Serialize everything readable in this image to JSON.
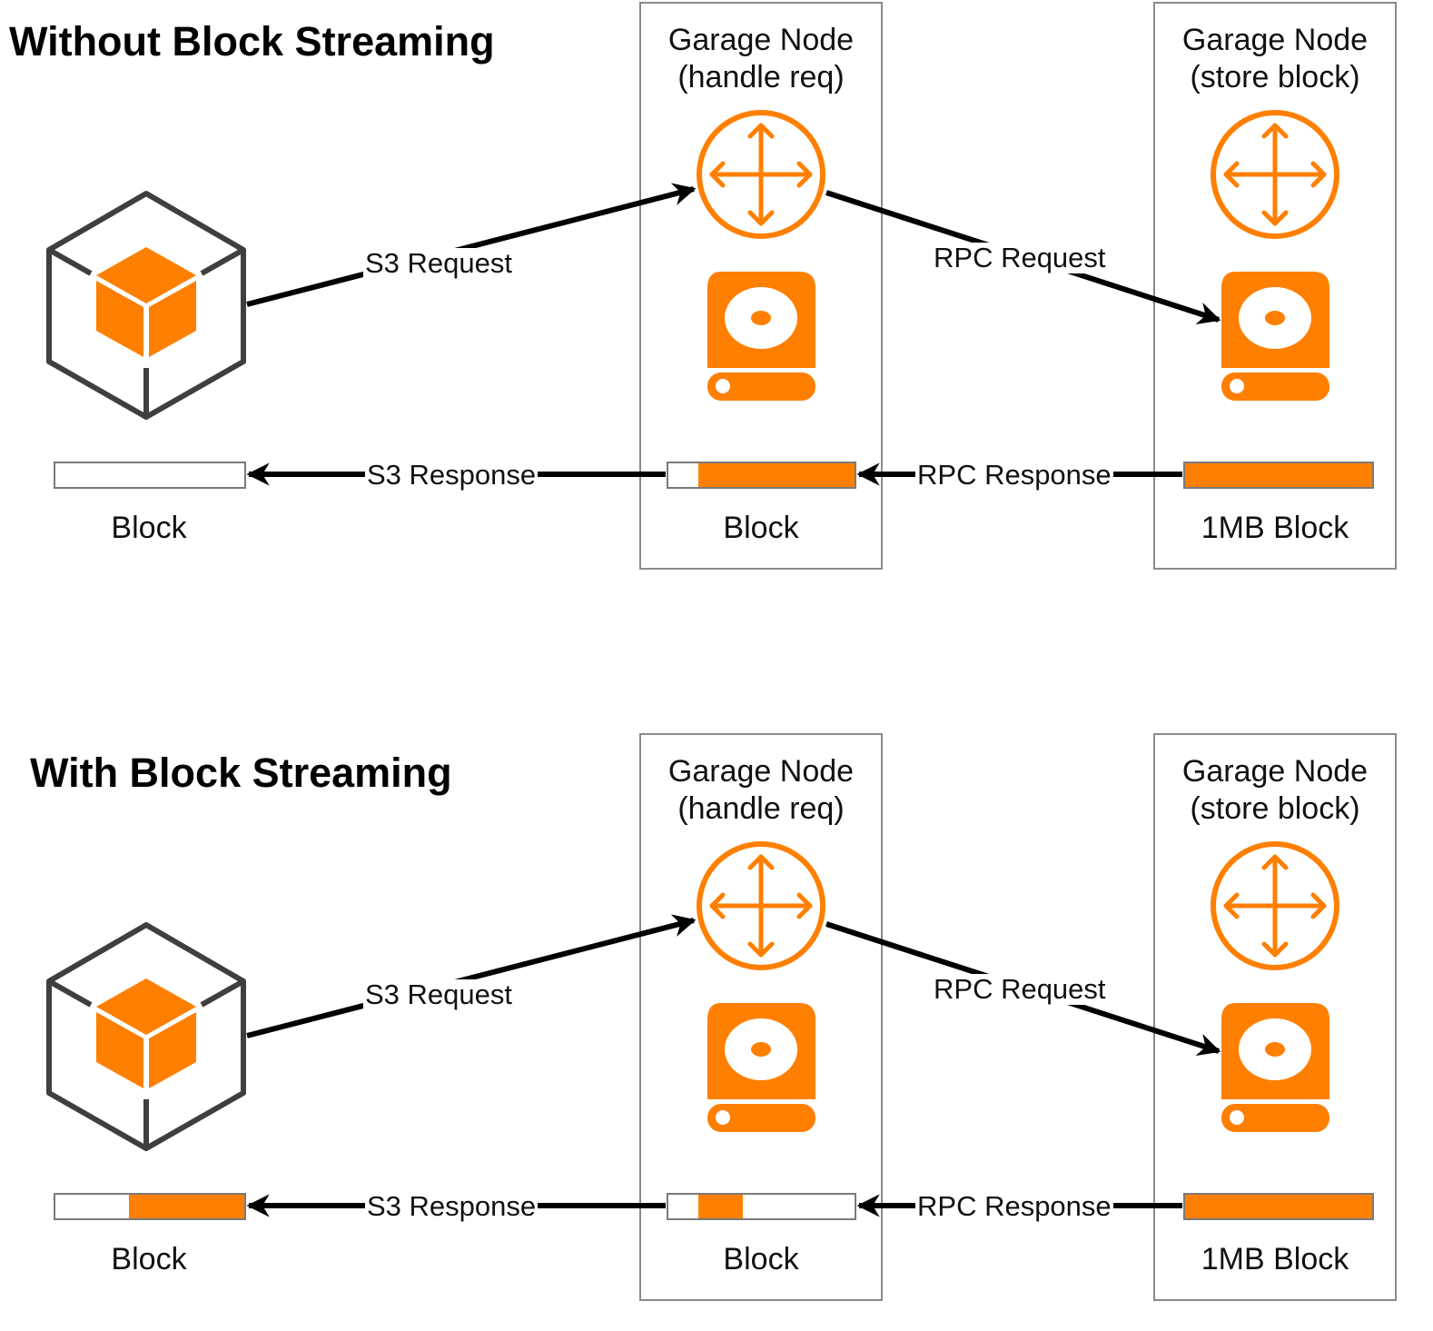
{
  "colors": {
    "accent": "#ff7f00",
    "line": "#000000",
    "client_gray": "#3f3f3f",
    "box_border": "#8a8a8a"
  },
  "panels": [
    {
      "heading": "Without Block Streaming",
      "node_handle": {
        "line1": "Garage Node",
        "line2": "(handle req)",
        "block_label": "Block"
      },
      "node_store": {
        "line1": "Garage Node",
        "line2": "(store block)",
        "block_label": "1MB Block"
      },
      "client": {
        "block_label": "Block",
        "icon": "client-cube-icon"
      },
      "labels": {
        "s3_request": "S3 Request",
        "rpc_request": "RPC Request",
        "s3_response": "S3 Response",
        "rpc_response": "RPC Response"
      },
      "blocks": {
        "client_fill": [
          0,
          0
        ],
        "handle_fill": [
          0.16,
          1.0
        ],
        "store_fill": [
          0,
          1.0
        ]
      }
    },
    {
      "heading": "With Block Streaming",
      "node_handle": {
        "line1": "Garage Node",
        "line2": "(handle req)",
        "block_label": "Block"
      },
      "node_store": {
        "line1": "Garage Node",
        "line2": "(store block)",
        "block_label": "1MB Block"
      },
      "client": {
        "block_label": "Block",
        "icon": "client-cube-icon"
      },
      "labels": {
        "s3_request": "S3 Request",
        "rpc_request": "RPC Request",
        "s3_response": "S3 Response",
        "rpc_response": "RPC Response"
      },
      "blocks": {
        "client_fill": [
          0.39,
          1.0
        ],
        "handle_fill": [
          0.16,
          0.4
        ],
        "store_fill": [
          0,
          1.0
        ]
      }
    }
  ],
  "icons": [
    "router-icon",
    "disk-drive-icon",
    "client-cube-icon"
  ]
}
